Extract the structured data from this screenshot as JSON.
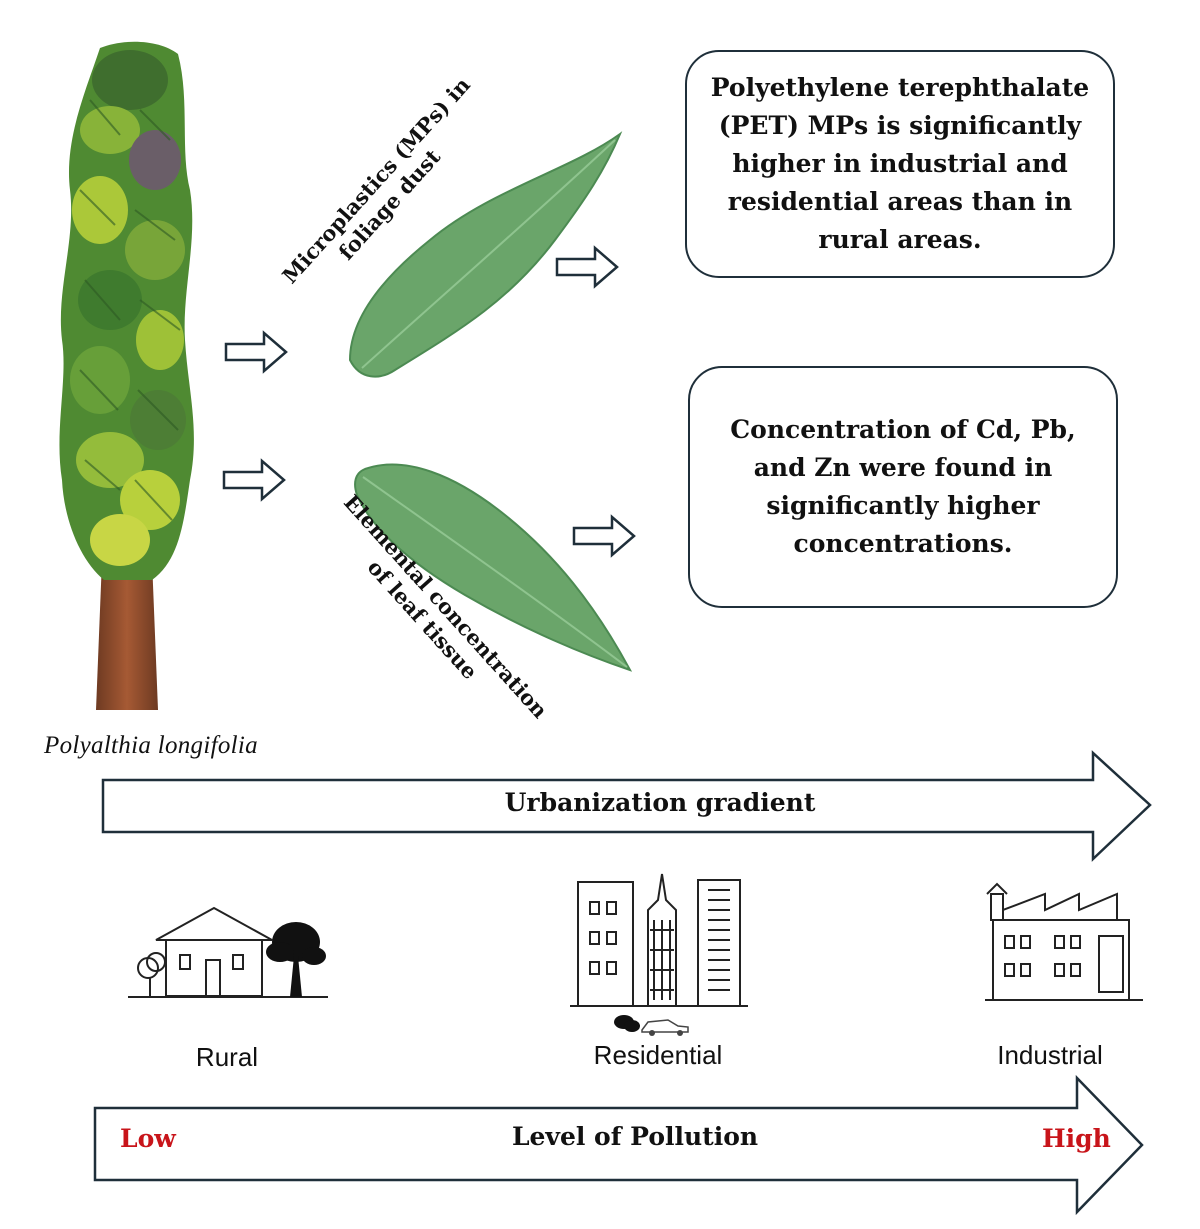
{
  "species_label": "Polyalthia longifolia",
  "leaf_labels": {
    "top": [
      "Microplastics (MPs) in",
      "foliage dust"
    ],
    "bottom": [
      "Elemental concentration",
      "of leaf tissue"
    ]
  },
  "findings": {
    "pet": [
      "Polyethylene terephthalate",
      "(PET) MPs is significantly",
      "higher in industrial and",
      "residential areas than in",
      "rural areas."
    ],
    "metals": [
      "Concentration of Cd, Pb,",
      "and Zn were found in",
      "significantly higher",
      "concentrations."
    ]
  },
  "gradient_label": "Urbanization gradient",
  "zones": {
    "rural": "Rural",
    "residential": "Residential",
    "industrial": "Industrial"
  },
  "pollution": {
    "label": "Level of Pollution",
    "low": "Low",
    "high": "High"
  },
  "colors": {
    "leaf": "#6aa56a",
    "leaf_dark": "#4c8a52",
    "foliage": "#5f9e3a",
    "foliage_light": "#b6cf3a",
    "trunk": "#8a4a2a",
    "arrow_stroke": "#1f2f3a",
    "accent_red": "#c8141a"
  },
  "icons": [
    "outline-arrow-icon",
    "leaf-icon",
    "tree-icon",
    "house-icon",
    "buildings-icon",
    "factory-icon",
    "car-icon"
  ]
}
